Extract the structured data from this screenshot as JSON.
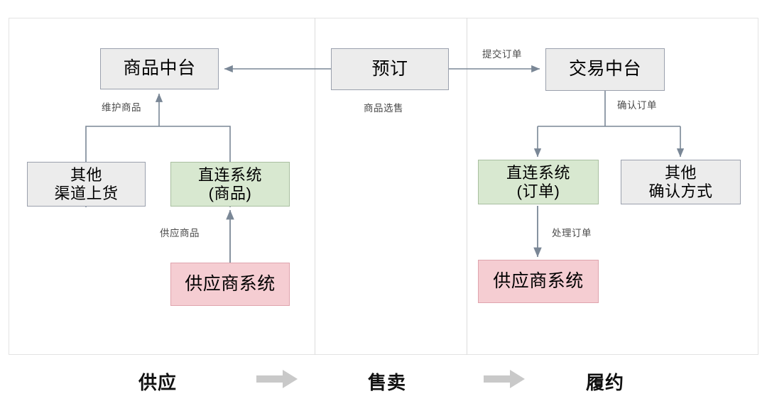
{
  "diagram": {
    "title_visible": false,
    "colors": {
      "grey_fill": "#ececec",
      "grey_stroke": "#9aa0ad",
      "green_fill": "#d8e8d0",
      "green_stroke": "#a9bfa0",
      "red_fill": "#f5cdd2",
      "red_stroke": "#dfa4ad",
      "connector": "#7a8796",
      "lane_border": "#e3e3e3",
      "stage_arrow": "#c9c9c9",
      "label_text": "#4a4a4a"
    },
    "lanes": [
      {
        "id": "supply",
        "caption": "供应"
      },
      {
        "id": "sell",
        "caption": "售卖"
      },
      {
        "id": "fulfill",
        "caption": "履约"
      }
    ],
    "stage_arrows": [
      {
        "id": "supply-to-sell",
        "icon": "right-arrow-icon"
      },
      {
        "id": "sell-to-fulfill",
        "icon": "right-arrow-icon"
      }
    ],
    "nodes": {
      "product_center": {
        "line1": "商品中台",
        "line2": "",
        "style": "grey"
      },
      "other_channel": {
        "line1": "其他",
        "line2": "渠道上货",
        "style": "grey"
      },
      "direct_product": {
        "line1": "直连系统",
        "line2": "(商品)",
        "style": "green"
      },
      "supplier_supply": {
        "line1": "供应商系统",
        "line2": "",
        "style": "red"
      },
      "booking": {
        "line1": "预订",
        "line2": "",
        "style": "grey"
      },
      "trade_center": {
        "line1": "交易中台",
        "line2": "",
        "style": "grey"
      },
      "direct_order": {
        "line1": "直连系统",
        "line2": "(订单)",
        "style": "green"
      },
      "other_confirm": {
        "line1": "其他",
        "line2": "确认方式",
        "style": "grey"
      },
      "supplier_fulfill": {
        "line1": "供应商系统",
        "line2": "",
        "style": "red"
      }
    },
    "edge_labels": {
      "maintain_product": "维护商品",
      "supply_product": "供应商品",
      "product_select_sale": "商品选售",
      "submit_order": "提交订单",
      "confirm_order": "确认订单",
      "process_order": "处理订单"
    }
  }
}
